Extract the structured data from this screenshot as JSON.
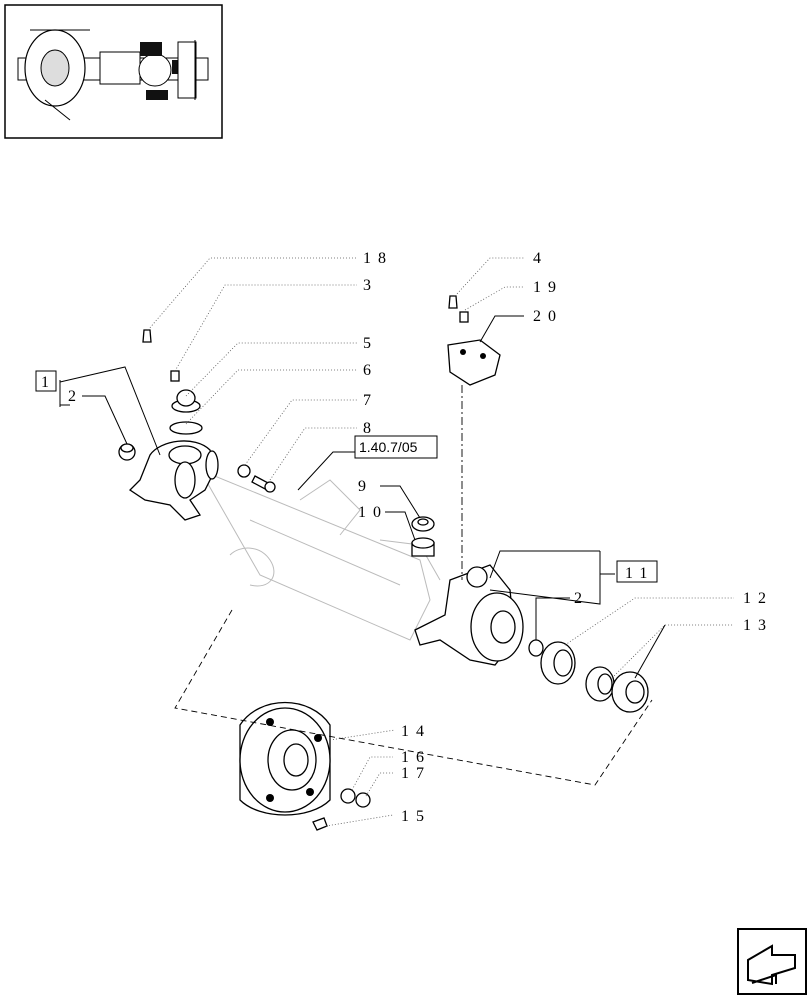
{
  "callouts": {
    "c1": "1",
    "c2a": "2",
    "c2b": "2",
    "c3": "3",
    "c4": "4",
    "c5": "5",
    "c6": "6",
    "c7": "7",
    "c8": "8",
    "c9": "9",
    "c10": "10",
    "c11": "11",
    "c12": "12",
    "c13": "13",
    "c14": "14",
    "c15": "15",
    "c16": "16",
    "c17": "17",
    "c18": "18",
    "c19": "19",
    "c20": "20"
  },
  "reference": {
    "label": "1.40.7/05"
  },
  "icons": {
    "thumbnail": "axle-assembly-thumbnail",
    "nav": "next-page-arrow-icon"
  }
}
